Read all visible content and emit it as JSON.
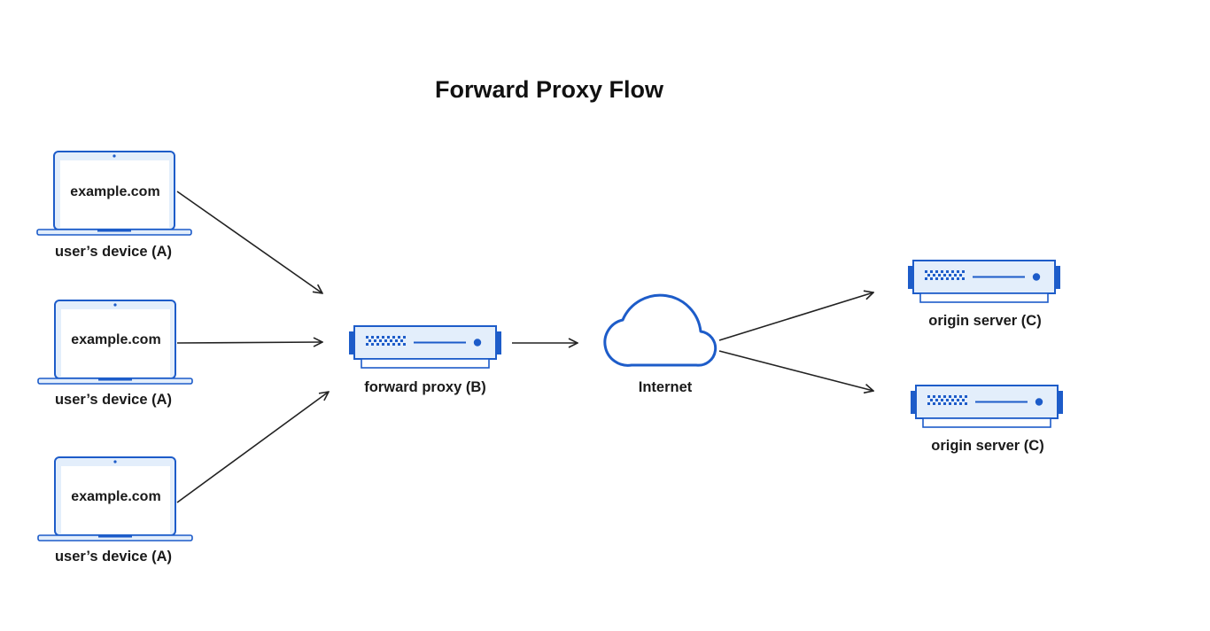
{
  "title": "Forward Proxy Flow",
  "colors": {
    "accent": "#1D5CC9",
    "fill": "#E3EEFB",
    "line": "#222222",
    "background": "#FFFFFF"
  },
  "devices": [
    {
      "screen_text": "example.com",
      "label": "user’s device (A)",
      "icon": "laptop-icon"
    },
    {
      "screen_text": "example.com",
      "label": "user’s device (A)",
      "icon": "laptop-icon"
    },
    {
      "screen_text": "example.com",
      "label": "user’s device (A)",
      "icon": "laptop-icon"
    }
  ],
  "proxy": {
    "label": "forward proxy (B)",
    "icon": "server-icon"
  },
  "internet": {
    "label": "Internet",
    "icon": "cloud-icon"
  },
  "servers": [
    {
      "label": "origin server (C)",
      "icon": "server-icon"
    },
    {
      "label": "origin server (C)",
      "icon": "server-icon"
    }
  ]
}
